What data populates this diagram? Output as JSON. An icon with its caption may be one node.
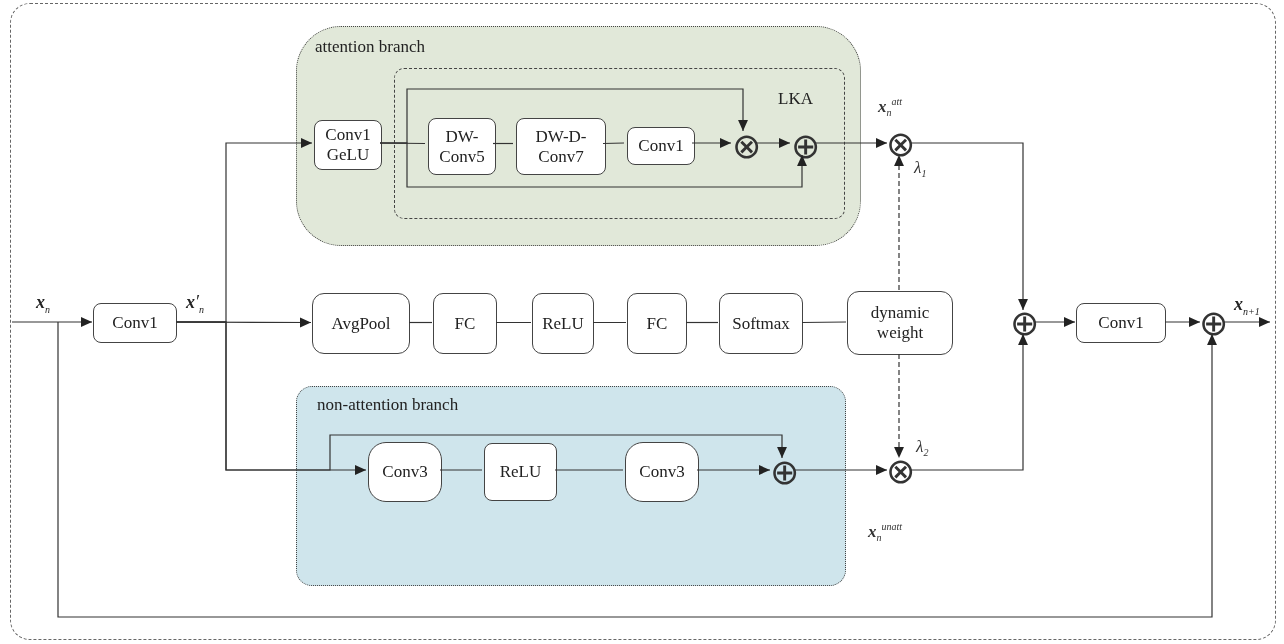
{
  "diagram": {
    "nodes": [
      {
        "text": [],
        "shape": "box"
      },
      {
        "text": [
          "attention branch"
        ],
        "in": 0
      },
      {
        "text": [
          "LKA"
        ],
        "in": 1
      },
      {
        "text": [
          "Conv1 GeLU"
        ],
        "in": 1
      },
      {
        "text": [
          "DW- Conv5"
        ],
        "in": 2
      },
      {
        "text": [
          "DW-D- Conv7"
        ],
        "in": 2
      },
      {
        "text": [
          "Conv1"
        ],
        "in": 2
      },
      {
        "text": [
          "⊗"
        ],
        "in": 2
      },
      {
        "text": [
          "⊕"
        ],
        "in": 2
      },
      {
        "text": [
          "⊗"
        ],
        "in": 0,
        "beside": [
          "**x**$_{n}$$^{att}$",
          "*λ*$_{1}$"
        ]
      },
      {
        "text": [
          "Conv1"
        ],
        "in": 0
      },
      {
        "text": [
          "AvgPool"
        ],
        "in": 0
      },
      {
        "text": [
          "FC"
        ],
        "in": 0
      },
      {
        "text": [
          "ReLU"
        ],
        "in": 0
      },
      {
        "text": [
          "FC"
        ],
        "in": 0
      },
      {
        "text": [
          "Softmax"
        ],
        "in": 0
      },
      {
        "text": [
          "dynamic weight"
        ],
        "in": 0
      },
      {
        "text": [
          "non-attention branch"
        ],
        "in": 0
      },
      {
        "text": [
          "Conv3"
        ],
        "in": 17
      },
      {
        "text": [
          "ReLU"
        ],
        "in": 17
      },
      {
        "text": [
          "Conv3"
        ],
        "in": 17
      },
      {
        "text": [
          "⊕"
        ],
        "in": 17
      },
      {
        "text": [
          "⊗"
        ],
        "in": 0,
        "beside": [
          "*λ*$_{2}$",
          "**x**$_{n}$$^{unatt}$"
        ]
      },
      {
        "text": [
          "⊕"
        ],
        "in": 0
      },
      {
        "text": [
          "Conv1"
        ],
        "in": 0
      },
      {
        "text": [
          "⊕"
        ],
        "in": 0
      }
    ],
    "edges": [
      {
        "from": null,
        "to": 10,
        "arrow": "to",
        "label": "**x**$_{n}$"
      },
      {
        "from": 10,
        "to": 11,
        "arrow": "to",
        "label": "**x**′$_{n}$"
      },
      {
        "from": 10,
        "to": 3,
        "arrow": "to"
      },
      {
        "from": 10,
        "to": 18,
        "arrow": "to"
      },
      {
        "from": 3,
        "to": 4,
        "arrow": "none"
      },
      {
        "from": 4,
        "to": 5,
        "arrow": "none"
      },
      {
        "from": 5,
        "to": 6,
        "arrow": "none"
      },
      {
        "from": 6,
        "to": 7,
        "arrow": "to"
      },
      {
        "from": 3,
        "to": 7,
        "arrow": "to"
      },
      {
        "from": 7,
        "to": 8,
        "arrow": "to"
      },
      {
        "from": 3,
        "to": 8,
        "arrow": "to"
      },
      {
        "from": 8,
        "to": 9,
        "arrow": "to"
      },
      {
        "from": 11,
        "to": 12,
        "arrow": "none"
      },
      {
        "from": 12,
        "to": 13,
        "arrow": "none"
      },
      {
        "from": 13,
        "to": 14,
        "arrow": "none"
      },
      {
        "from": 14,
        "to": 15,
        "arrow": "none"
      },
      {
        "from": 15,
        "to": 16,
        "arrow": "none"
      },
      {
        "from": 16,
        "to": 9,
        "arrow": "to",
        "style": "dashed"
      },
      {
        "from": 16,
        "to": 22,
        "arrow": "to",
        "style": "dashed"
      },
      {
        "from": 18,
        "to": 19,
        "arrow": "none"
      },
      {
        "from": 19,
        "to": 20,
        "arrow": "none"
      },
      {
        "from": 20,
        "to": 21,
        "arrow": "to"
      },
      {
        "from": 10,
        "to": 21,
        "arrow": "to"
      },
      {
        "from": 21,
        "to": 22,
        "arrow": "to"
      },
      {
        "from": 9,
        "to": 23,
        "arrow": "to"
      },
      {
        "from": 22,
        "to": 23,
        "arrow": "to"
      },
      {
        "from": 23,
        "to": 24,
        "arrow": "to"
      },
      {
        "from": 24,
        "to": 25,
        "arrow": "to"
      },
      {
        "from": null,
        "to": 25,
        "arrow": "to"
      },
      {
        "from": 25,
        "to": null,
        "arrow": "to",
        "label": "**x**$_{n+1}$"
      }
    ]
  }
}
